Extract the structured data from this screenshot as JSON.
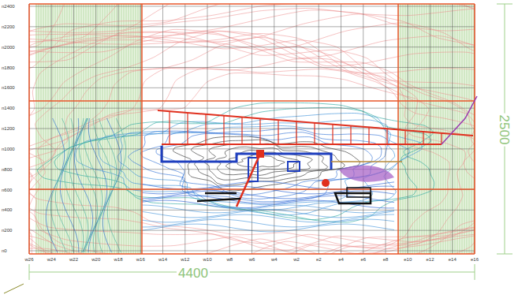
{
  "diagram": {
    "labels": [
      "n2400",
      "n2200",
      "n2000",
      "n1800",
      "n1600",
      "n1400",
      "n1200",
      "n1000",
      "n800",
      "n600",
      "n400",
      "n200",
      "n0",
      "w26",
      "w24",
      "w22",
      "w20",
      "w18",
      "w16",
      "w14",
      "w12",
      "w10",
      "w8",
      "w6",
      "w4",
      "w2",
      "e2",
      "e4",
      "e6",
      "e8",
      "e10",
      "e12",
      "e14",
      "e16",
      "4400",
      "2500"
    ]
  }
}
